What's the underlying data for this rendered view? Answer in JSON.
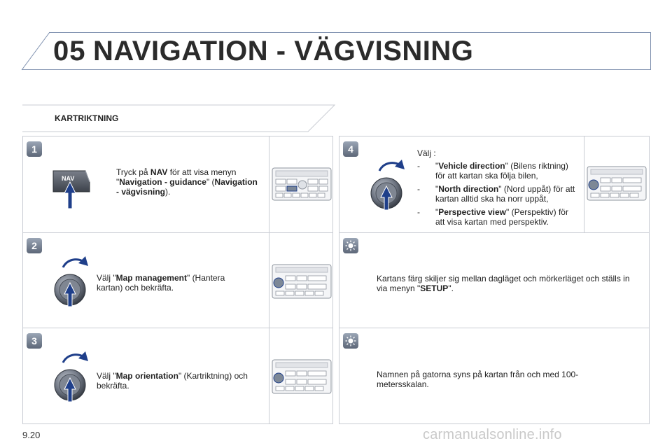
{
  "header": {
    "chapter_number": "05",
    "chapter_title": "NAVIGATION - VÄGVISNING"
  },
  "section": {
    "label": "KARTRIKTNING"
  },
  "steps": [
    {
      "badge": "1",
      "key_label": "NAV",
      "text_pre": "Tryck på ",
      "text_bold1": "NAV",
      "text_mid1": " för att visa menyn \"",
      "text_bold2": "Navigation - guidance",
      "text_mid2": "\" (",
      "text_bold3": "Navigation - vägvisning",
      "text_end": ")."
    },
    {
      "badge": "2",
      "text_pre": "Välj \"",
      "text_bold": "Map management",
      "text_end": "\" (Hantera kartan) och bekräfta."
    },
    {
      "badge": "3",
      "text_pre": "Välj \"",
      "text_bold": "Map orientation",
      "text_end": "\" (Kartriktning) och bekräfta."
    },
    {
      "badge": "4",
      "intro": "Välj :",
      "items": [
        {
          "dash": "-",
          "q1": "\"",
          "bold": "Vehicle direction",
          "rest": "\" (Bilens riktning) för att kartan ska följa bilen,"
        },
        {
          "dash": "-",
          "q1": "\"",
          "bold": "North direction",
          "rest": "\" (Nord uppåt) för att kartan alltid ska ha norr uppåt,"
        },
        {
          "dash": "-",
          "q1": "\"",
          "bold": "Perspective view",
          "rest": "\" (Perspektiv) för att visa kartan med perspektiv."
        }
      ]
    }
  ],
  "tips": [
    {
      "text_pre": "Kartans färg skiljer sig mellan dagläget och mörkerläget och ställs in via menyn \"",
      "text_bold": "SETUP",
      "text_end": "\"."
    },
    {
      "text": "Namnen på gatorna syns på kartan från och med 100-metersskalan."
    }
  ],
  "footer": {
    "page_number": "9.20",
    "watermark": "carmanualsonline.info"
  },
  "colors": {
    "accent_blue": "#1f3f8a",
    "header_rule": "#7d8fae",
    "panel_border": "#c9ccd3"
  }
}
